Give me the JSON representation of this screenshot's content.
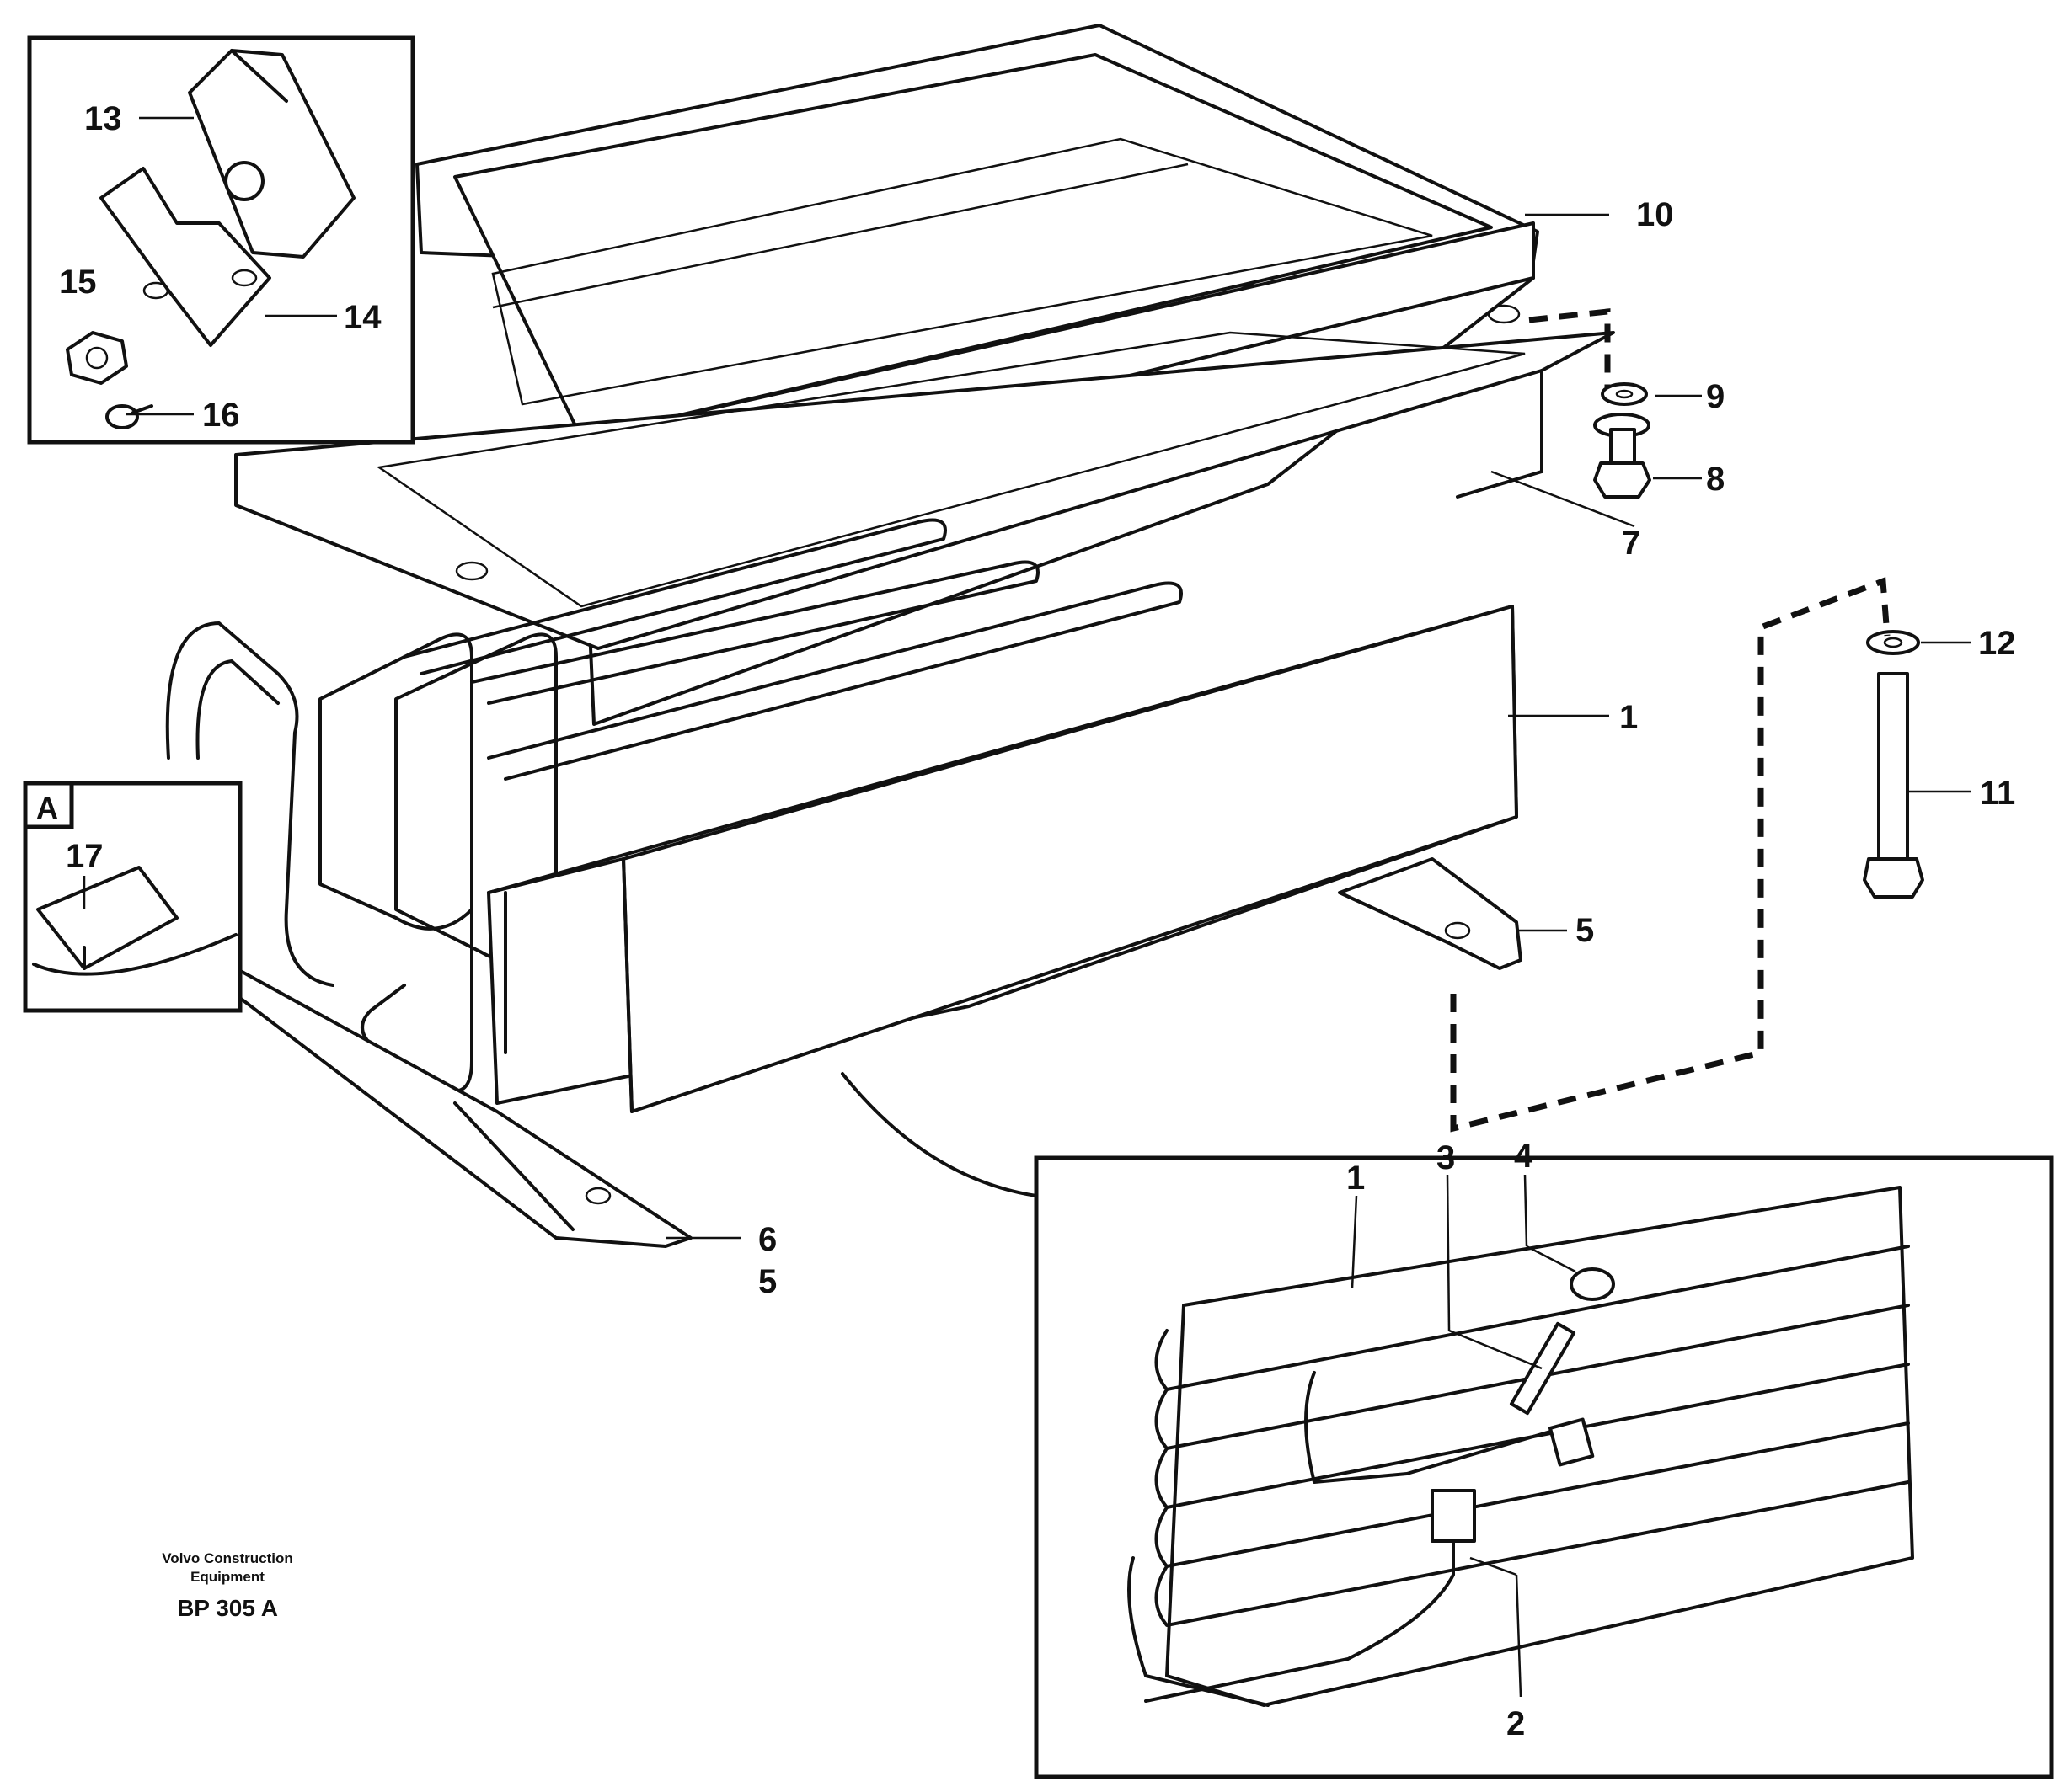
{
  "callouts": {
    "c1": "1",
    "c2": "2",
    "c3": "3",
    "c4": "4",
    "c5": "5",
    "c6": "6",
    "c7": "7",
    "c8": "8",
    "c9": "9",
    "c10": "10",
    "c11": "11",
    "c12": "12",
    "c13": "13",
    "c14": "14",
    "c15": "15",
    "c16": "16",
    "c17": "17",
    "c5b": "5",
    "c1b": "1"
  },
  "detail_view_label": "A",
  "caption": {
    "manufacturer_line1": "Volvo Construction",
    "manufacturer_line2": "Equipment",
    "drawing_code": "BP 305 A"
  }
}
